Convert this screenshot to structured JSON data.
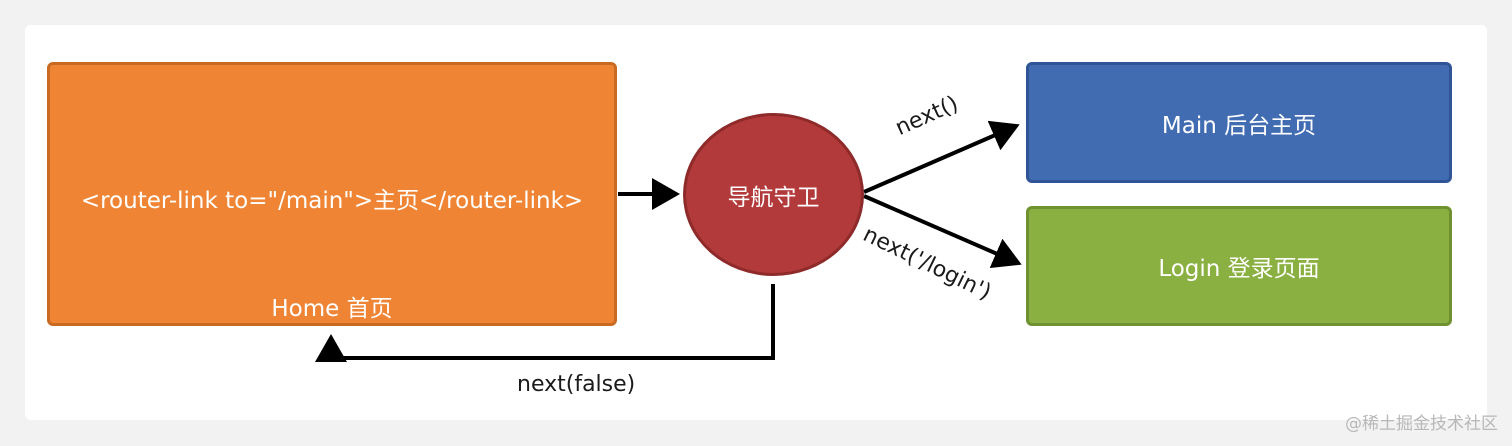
{
  "home": {
    "code": "<router-link to=\"/main\">主页</router-link>",
    "caption": "Home 首页",
    "color": "#ef8534"
  },
  "guard": {
    "label": "导航守卫",
    "color": "#b33a3a"
  },
  "main": {
    "label": "Main 后台主页",
    "color": "#416cb2"
  },
  "login": {
    "label": "Login 登录页面",
    "color": "#8ab041"
  },
  "edges": {
    "to_main": "next()",
    "to_login": "next('/login')",
    "back_home": "next(false)"
  },
  "watermark": "@稀土掘金技术社区"
}
